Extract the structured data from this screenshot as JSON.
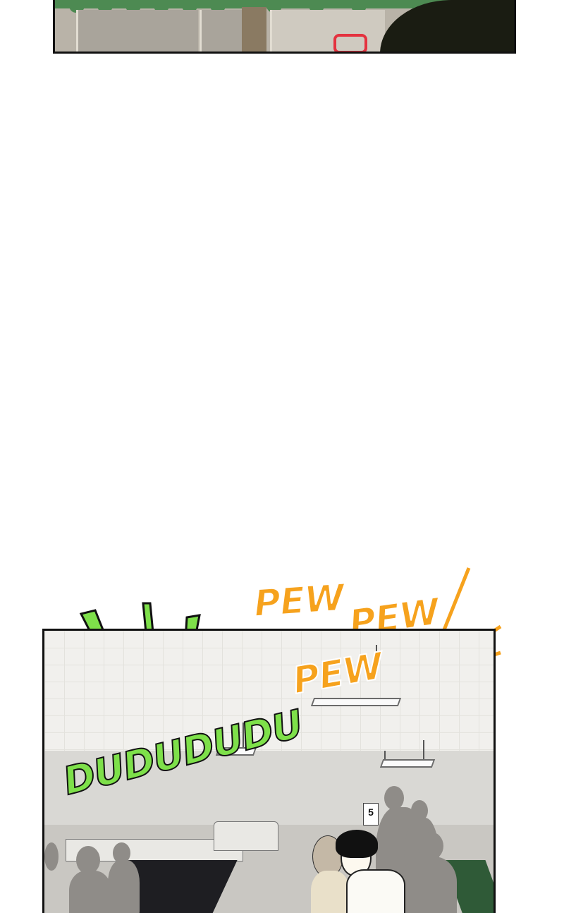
{
  "panels": {
    "top": {
      "name": "storefront-panel"
    },
    "bottom": {
      "name": "arcade-panel",
      "sign_number": "5"
    }
  },
  "sfx": {
    "pew_1": "PEW",
    "pew_2": "PEW",
    "pew_3": "PEW",
    "dududu": "DUDUDUDU"
  },
  "colors": {
    "sfx_orange": "#f6a21d",
    "sfx_green": "#7ee04a",
    "panel_border": "#111111",
    "awning_green": "#4d8a52",
    "sign_red": "#e4323f"
  }
}
